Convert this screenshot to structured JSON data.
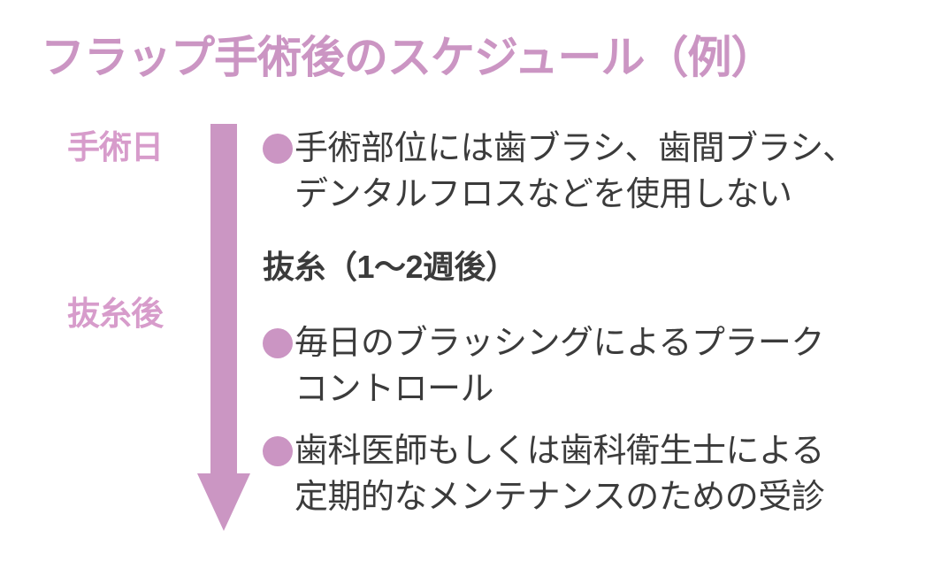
{
  "title": "フラップ手術後のスケジュール（例）",
  "colors": {
    "title_pink": "#cb95c3",
    "label_pink": "#d79ccb",
    "arrow_pink": "#cb96c3",
    "bullet_pink": "#cb95c3",
    "body_text": "#3b3b3b",
    "background": "#ffffff"
  },
  "timeline": {
    "arrow_icon": "down-arrow-icon",
    "direction": "down",
    "stages": [
      {
        "label": "手術日"
      },
      {
        "label": "抜糸後"
      }
    ]
  },
  "content": {
    "bullets_stage_0": [
      {
        "marker": "circle-bullet-icon",
        "text": "手術部位には歯ブラシ、歯間ブラシ、\nデンタルフロスなどを使用しない"
      }
    ],
    "heading": "抜糸（1〜2週後）",
    "bullets_stage_1": [
      {
        "marker": "circle-bullet-icon",
        "text": "毎日のブラッシングによるプラーク\nコントロール"
      },
      {
        "marker": "circle-bullet-icon",
        "text": "歯科医師もしくは歯科衛生士による\n定期的なメンテナンスのための受診"
      }
    ]
  }
}
